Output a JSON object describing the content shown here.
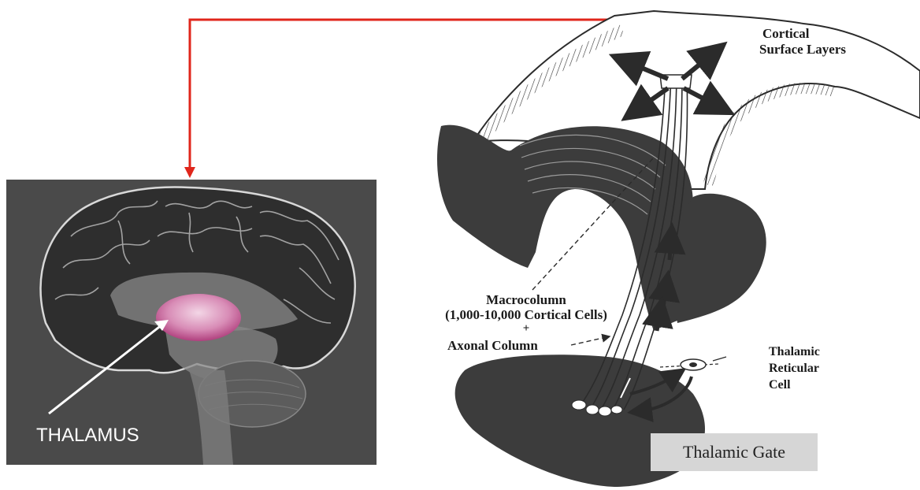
{
  "labels": {
    "cortical_surface_line1": "Cortical",
    "cortical_surface_line2": "Surface Layers",
    "macrocolumn_line1": "Macrocolumn",
    "macrocolumn_line2": "(1,000-10,000 Cortical Cells)",
    "plus": "+",
    "axonal_column": "Axonal Column",
    "thalamic_reticular_line1": "Thalamic",
    "thalamic_reticular_line2": "Reticular",
    "thalamic_reticular_line3": "Cell",
    "thalamus": "THALAMUS",
    "thalamic_gate": "Thalamic Gate"
  },
  "colors": {
    "connector": "#e0261b",
    "panel_bg": "#4a4a4a",
    "thalamus": "#d680b0",
    "tissue": "#3c3c3c"
  }
}
